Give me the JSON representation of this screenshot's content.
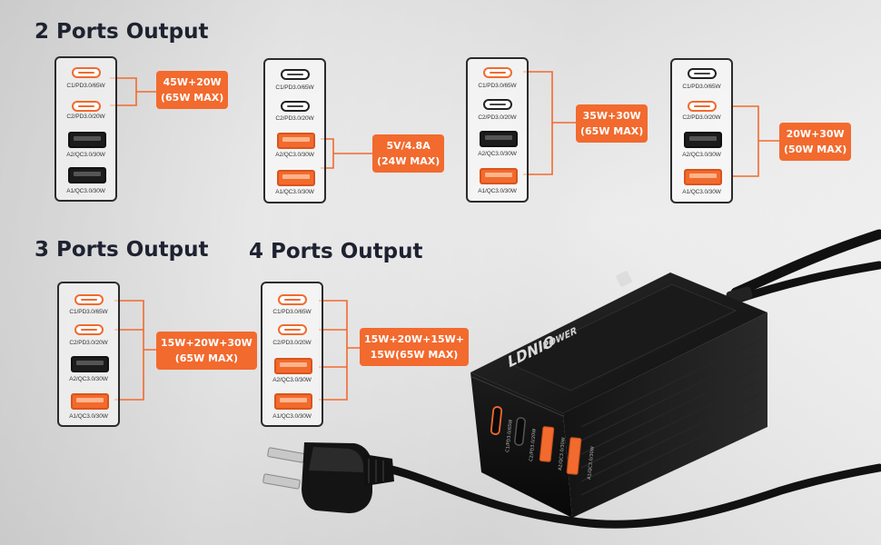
{
  "titles": {
    "two_ports": "2 Ports Output",
    "three_ports": "3 Ports Output",
    "four_ports": "4 Ports Output"
  },
  "port_labels": {
    "c1": "C1/PD3.0/65W",
    "c2": "C2/PD3.0/20W",
    "a2": "A2/QC3.0/30W",
    "a1": "A1/QC3.0/30W"
  },
  "configs": [
    {
      "line1": "45W+20W",
      "line2": "(65W MAX)"
    },
    {
      "line1": "5V/4.8A",
      "line2": "(24W MAX)"
    },
    {
      "line1": "35W+30W",
      "line2": "(65W MAX)"
    },
    {
      "line1": "20W+30W",
      "line2": "(50W MAX)"
    },
    {
      "line1": "15W+20W+30W",
      "line2": "(65W MAX)"
    },
    {
      "line1": "15W+20W+15W+",
      "line2": "15W(65W MAX)"
    }
  ],
  "product": {
    "brand": "LDNIO",
    "model": "POWER",
    "port_labels": [
      "C1/PD3.0/65W",
      "C2/PD3.0/20W",
      "A2/QC3.0/30W",
      "A1/QC3.0/30W"
    ]
  },
  "colors": {
    "accent": "#f26a2e",
    "title": "#1e2230",
    "device": "#161616"
  }
}
